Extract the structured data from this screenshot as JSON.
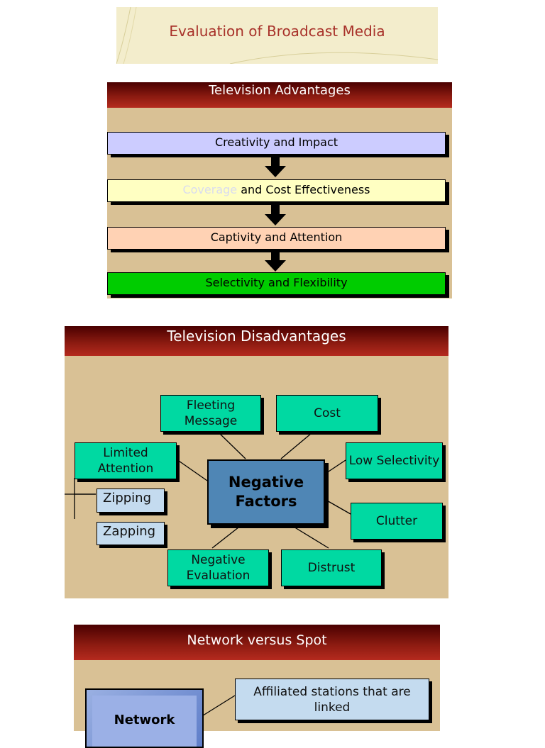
{
  "title_slide": {
    "title": "Evaluation of Broadcast Media"
  },
  "advantages": {
    "header": "Television Advantages",
    "items": [
      {
        "label": "Creativity and Impact",
        "color": "#ccccff"
      },
      {
        "highlight": "Coverage",
        "rest": " and Cost Effectiveness",
        "color": "#ffffc2"
      },
      {
        "label": "Captivity and Attention",
        "color": "#ffd2b4"
      },
      {
        "label": "Selectivity and Flexibility",
        "color": "#00cc00"
      }
    ]
  },
  "disadvantages": {
    "header": "Television Disadvantages",
    "center": "Negative Factors",
    "factors": {
      "fleeting_message": "Fleeting Message",
      "cost": "Cost",
      "limited_attention": "Limited Attention",
      "low_selectivity": "Low Selectivity",
      "clutter": "Clutter",
      "negative_evaluation": "Negative Evaluation",
      "distrust": "Distrust"
    },
    "sub_factors": {
      "zipping": "Zipping",
      "zapping": "Zapping"
    },
    "colors": {
      "factor_box": "#00d9a2",
      "center_box": "#4f86b5",
      "sub_box": "#c4dbef"
    }
  },
  "network": {
    "header": "Network versus Spot",
    "network_label": "Network",
    "affiliated": "Affiliated stations that are linked"
  },
  "colors": {
    "header_red": "#8a1a10",
    "slide_tan": "#d9c195",
    "title_red": "#a8322a"
  }
}
